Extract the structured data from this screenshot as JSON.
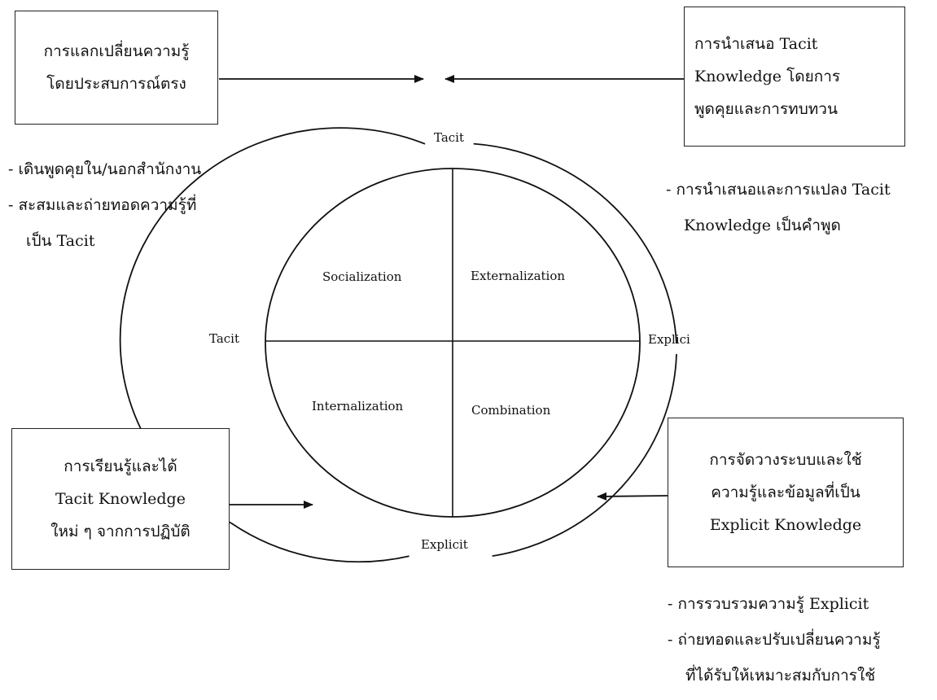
{
  "boxes": {
    "top_left": [
      "การแลกเปลี่ยนความรู้",
      "โดยประสบการณ์ตรง"
    ],
    "top_right": [
      "การนำเสนอ Tacit",
      "Knowledge โดยการ",
      "พูดคุยและการทบทวน"
    ],
    "bottom_left": [
      "การเรียนรู้และได้",
      "Tacit Knowledge",
      "ใหม่ ๆ จากการปฏิบัติ"
    ],
    "bottom_right": [
      "การจัดวางระบบและใช้",
      "ความรู้และข้อมูลที่เป็น",
      "Explicit Knowledge"
    ]
  },
  "notes": {
    "left": [
      "- เดินพูดคุยใน/นอกสำนักงาน",
      "- สะสมและถ่ายทอดความรู้ที่",
      "เป็น Tacit"
    ],
    "right": [
      "- การนำเสนอและการแปลง Tacit",
      "Knowledge เป็นคำพูด"
    ],
    "bottom_right": [
      "- การรวบรวมความรู้ Explicit",
      "- ถ่ายทอดและปรับเปลี่ยนความรู้",
      "ที่ได้รับให้เหมาะสมกับการใช้"
    ]
  },
  "axis_labels": {
    "top": "Tacit",
    "left": "Tacit",
    "right": "Explici",
    "bottom": "Explicit"
  },
  "quadrants": {
    "top_left": "Socialization",
    "top_right": "Externalization",
    "bottom_left": "Internalization",
    "bottom_right": "Combination"
  }
}
